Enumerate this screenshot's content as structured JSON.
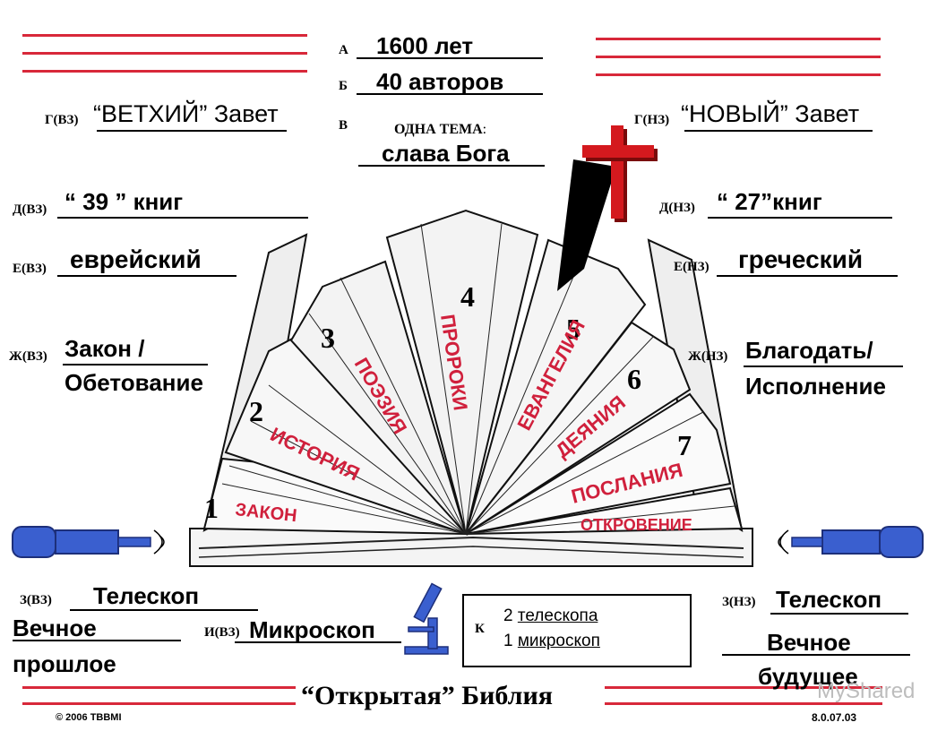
{
  "top": {
    "a_prefix": "А",
    "a_value": "1600 лет",
    "b_prefix": "Б",
    "b_value": "40 авторов",
    "v_prefix": "В",
    "v_theme_label": "ОДНА ТЕМА",
    "v_theme_colon": ":",
    "v_value": "слава Бога"
  },
  "ot": {
    "g_prefix": "Г(ВЗ)",
    "g_value": "“ВЕТХИЙ” Завет",
    "d_prefix": "Д(ВЗ)",
    "d_value": "“ 39 ” книг",
    "e_prefix": "Е(ВЗ)",
    "e_value": "еврейский",
    "zh_prefix": "Ж(ВЗ)",
    "zh_value_1": "Закон /",
    "zh_value_2": "Обетование",
    "z_prefix": "З(ВЗ)",
    "z_value": "Телескоп",
    "z_line_1": "Вечное",
    "z_line_2": "прошлое",
    "i_prefix": "И(ВЗ)",
    "i_value": "Микроскоп"
  },
  "nt": {
    "g_prefix": "Г(НЗ)",
    "g_value": "“НОВЫЙ” Завет",
    "d_prefix": "Д(НЗ)",
    "d_value": "“ 27”книг",
    "e_prefix": "Е(НЗ)",
    "e_value": "греческий",
    "zh_prefix": "Ж(НЗ)",
    "zh_value_1": "Благодать/",
    "zh_value_2": "Исполнение",
    "z_prefix": "З(НЗ)",
    "z_value": "Телескоп",
    "z_line_1": "Вечное",
    "z_line_2": "будущее"
  },
  "book_sections": [
    {
      "num": "1",
      "label": "ЗАКОН"
    },
    {
      "num": "2",
      "label": "ИСТОРИЯ"
    },
    {
      "num": "3",
      "label": "ПОЭЗИЯ"
    },
    {
      "num": "4",
      "label": "ПРОРОКИ"
    },
    {
      "num": "5",
      "label": "ЕВАНГЕЛИЯ"
    },
    {
      "num": "6",
      "label": "ДЕЯНИЯ"
    },
    {
      "num": "7",
      "label": "ПОСЛАНИЯ"
    },
    {
      "num": "",
      "label": "ОТКРОВЕНИЕ"
    }
  ],
  "k_box": {
    "prefix": "К",
    "line1_num": "2",
    "line1_text": "телескопа",
    "line2_num": "1",
    "line2_text": "микроскоп"
  },
  "footer": {
    "title": "“Открытая” Библия",
    "copyright": "© 2006 TBBMI",
    "code": "8.0.07.03",
    "watermark": "MyShared"
  },
  "colors": {
    "red": "#d8283a",
    "label_red": "#d0203c",
    "blue": "#3a5fcf",
    "cross_red": "#d4191e"
  },
  "icons": [
    "cross-icon",
    "bookmark-icon",
    "telescope-icon",
    "eye-icon",
    "microscope-icon"
  ]
}
